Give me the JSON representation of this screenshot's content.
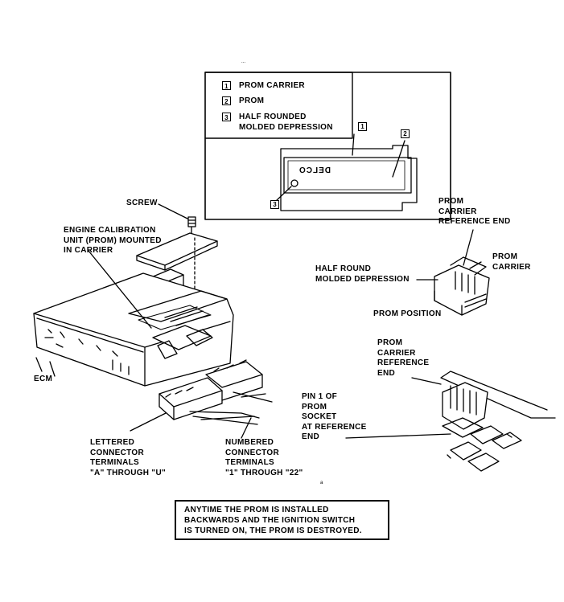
{
  "legend": {
    "items": [
      {
        "num": "1",
        "label_lines": [
          "PROM CARRIER"
        ]
      },
      {
        "num": "2",
        "label_lines": [
          "PROM"
        ]
      },
      {
        "num": "3",
        "label_lines": [
          "HALF ROUNDED",
          "MOLDED DEPRESSION"
        ]
      }
    ]
  },
  "inset": {
    "chip_text": "DELCO",
    "callouts": [
      "1",
      "2",
      "3"
    ]
  },
  "labels": {
    "screw": [
      "SCREW"
    ],
    "engine_calibration": [
      "ENGINE CALIBRATION",
      "UNIT (PROM) MOUNTED",
      "IN CARRIER"
    ],
    "ecm": [
      "ECM"
    ],
    "lettered": [
      "LETTERED",
      "CONNECTOR",
      "TERMINALS",
      "\"A\" THROUGH \"U\""
    ],
    "numbered": [
      "NUMBERED",
      "CONNECTOR",
      "TERMINALS",
      "\"1\" THROUGH \"22\""
    ],
    "prom_carrier_ref_end_top": [
      "PROM",
      "CARRIER",
      "REFERENCE END"
    ],
    "prom_carrier_right": [
      "PROM",
      "CARRIER"
    ],
    "half_round": [
      "HALF ROUND",
      "MOLDED DEPRESSION"
    ],
    "prom_position": [
      "PROM POSITION"
    ],
    "prom_carrier_ref_end_mid": [
      "PROM",
      "CARRIER",
      "REFERENCE",
      "END"
    ],
    "pin1": [
      "PIN 1 OF",
      "PROM",
      "SOCKET",
      "AT REFERENCE",
      "END"
    ]
  },
  "warning": {
    "lines": [
      "ANYTIME THE PROM IS INSTALLED",
      "BACKWARDS AND THE IGNITION SWITCH",
      "IS TURNED ON, THE PROM IS DESTROYED."
    ]
  }
}
